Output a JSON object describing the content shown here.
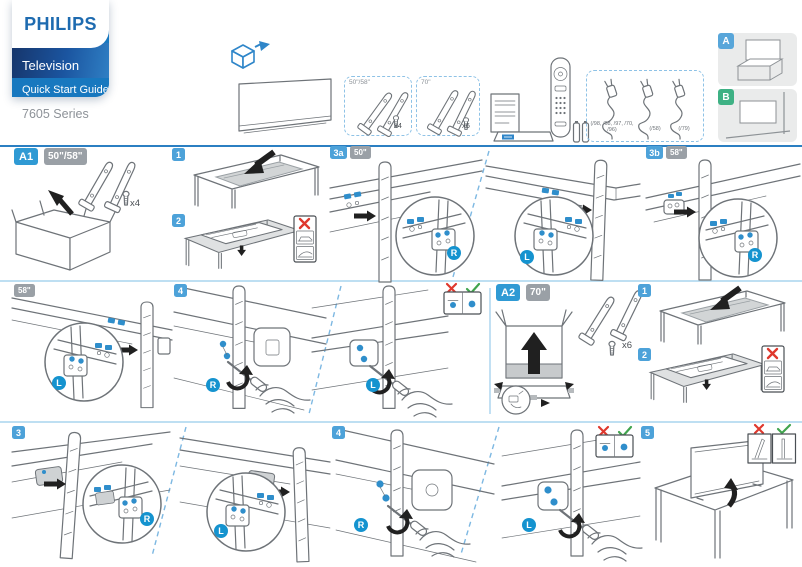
{
  "header": {
    "brand": "PHILIPS",
    "product": "Television",
    "guide": "Quick Start Guide",
    "series": "7605 Series"
  },
  "parts": {
    "stand_small_label": "50\"/58\"",
    "stand_small_qty": "x4",
    "stand_large_label": "70\"",
    "stand_large_qty": "x6",
    "cable_label_1": "(/98, /68, /97, /70, /96)",
    "cable_label_2": "(/58)",
    "cable_label_3": "(/79)"
  },
  "placement": {
    "option_a": "A",
    "option_b": "B"
  },
  "marks": {
    "right": "R",
    "left": "L"
  },
  "a1": {
    "id": "A1",
    "size": "50\"/58\"",
    "screw_qty": "x4",
    "step1": "1",
    "step2": "2",
    "step3a": "3a",
    "step3a_size": "50\"",
    "step3b": "3b",
    "step3b_size": "58\"",
    "step3_cont_size": "58\"",
    "step4": "4"
  },
  "a2": {
    "id": "A2",
    "size": "70\"",
    "screw_qty": "x6",
    "step1": "1",
    "step2": "2",
    "step3": "3",
    "step4": "4",
    "step5": "5"
  },
  "colors": {
    "brand_blue": "#1e6bb0",
    "section_badge": "#2f9ad4",
    "step_badge": "#4da2d9",
    "size_badge": "#9aa0a6",
    "mark_circle": "#1593cf",
    "option_a_badge": "#58a6da",
    "option_b_badge": "#3eb184",
    "warn_red": "#df382d",
    "ok_green": "#41a44e"
  }
}
